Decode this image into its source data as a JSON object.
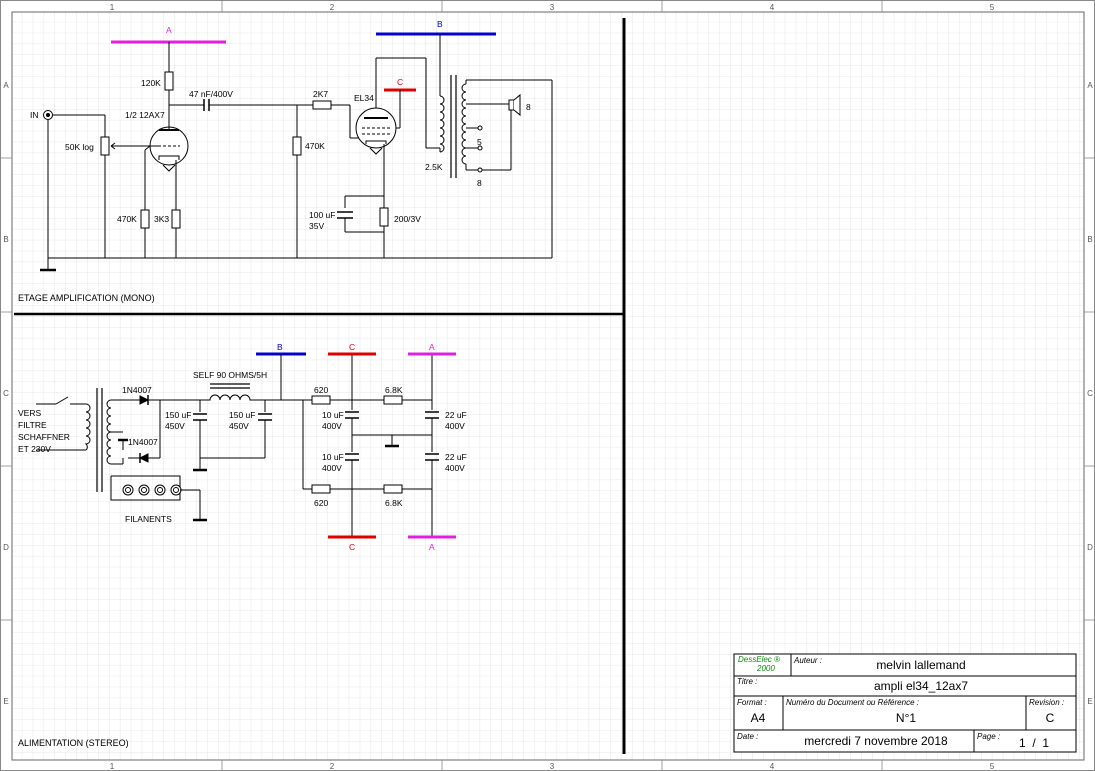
{
  "sheet": {
    "col_labels": [
      "1",
      "2",
      "3",
      "4",
      "5"
    ],
    "row_labels": [
      "A",
      "B",
      "C",
      "D",
      "E"
    ]
  },
  "amplifier": {
    "section_title": "ETAGE AMPLIFICATION (MONO)",
    "input_label": "IN",
    "pot": "50K log",
    "r_plate": "120K",
    "tube": "1/2 12AX7",
    "coupling_cap": "47 nF/400V",
    "r_grid_stop": "2K7",
    "power_tube": "EL34",
    "r_grid_leak": "470K",
    "r_grid_470k": "470K",
    "r_cathode": "3K3",
    "cathode_cap": "100 uF\n35V",
    "cathode_cap_l1": "100 uF",
    "cathode_cap_l2": "35V",
    "r_cathode_power": "200/3V",
    "ot_primary": "2.5K",
    "tap_8": "8",
    "tap_5": "5",
    "tap_8b": "8",
    "speaker_label": "8"
  },
  "power": {
    "section_title": "ALIMENTATION (STEREO)",
    "mains_l1": "VERS",
    "mains_l2": "FILTRE",
    "mains_l3": "SCHAFFNER",
    "mains_l4": "ET 230V",
    "diode1": "1N4007",
    "diode2": "1N4007",
    "choke": "SELF 90 OHMS/5H",
    "c1_l1": "150 uF",
    "c1_l2": "450V",
    "c2_l1": "150 uF",
    "c2_l2": "450V",
    "r620_top": "620",
    "r68_top": "6.8K",
    "r620_bot": "620",
    "r68_bot": "6.8K",
    "c10a_l1": "10 uF",
    "c10a_l2": "400V",
    "c10b_l1": "10 uF",
    "c10b_l2": "400V",
    "c22a_l1": "22 uF",
    "c22a_l2": "400V",
    "c22b_l1": "22 uF",
    "c22b_l2": "400V",
    "filaments": "FILANENTS"
  },
  "rails": {
    "A": "A",
    "B": "B",
    "C": "C",
    "colors": {
      "A": "#e020e0",
      "B": "#0000d0",
      "C": "#e00000"
    }
  },
  "titleblock": {
    "logo_l1": "DessElec ®",
    "logo_l2": "2000",
    "author_label": "Auteur :",
    "author": "melvin lallemand",
    "title_label": "Titre :",
    "title": "ampli el34_12ax7",
    "format_label": "Format :",
    "format": "A4",
    "docnum_label": "Numéro du Document ou Référence :",
    "docnum": "N°1",
    "revision_label": "Revision :",
    "revision": "C",
    "date_label": "Date :",
    "date": "mercredi 7 novembre 2018",
    "page_label": "Page :",
    "page": "1  /  1"
  }
}
